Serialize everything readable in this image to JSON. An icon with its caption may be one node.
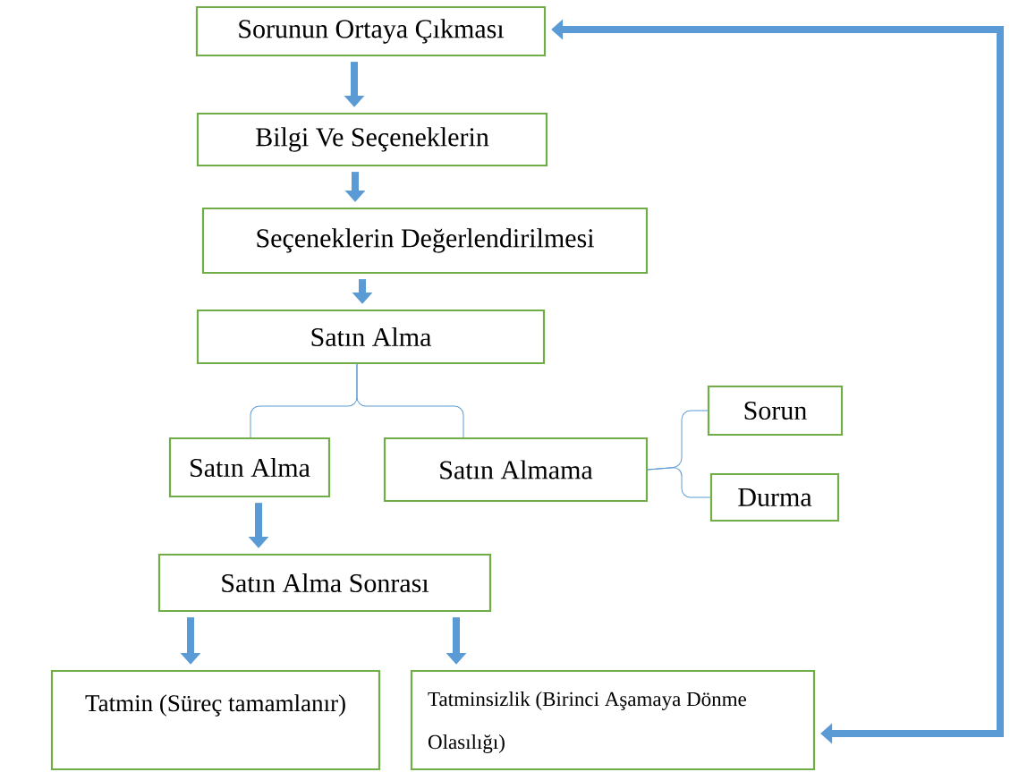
{
  "diagram": {
    "nodes": [
      {
        "text": [
          "Sorunun Ortaya Çıkması"
        ]
      },
      {
        "text": [
          "Bilgi Ve Seçeneklerin"
        ]
      },
      {
        "text": [
          "Seçeneklerin Değerlendirilmesi"
        ]
      },
      {
        "text": [
          "Satın Alma"
        ]
      },
      {
        "text": [
          "Satın Alma"
        ]
      },
      {
        "text": [
          "Satın Almama"
        ]
      },
      {
        "text": [
          "Sorun"
        ]
      },
      {
        "text": [
          "Durma"
        ]
      },
      {
        "text": [
          "Satın Alma Sonrası"
        ]
      },
      {
        "text": [
          "Tatmin (Süreç tamamlanır)"
        ]
      },
      {
        "text": [
          "Tatminsizlik (Birinci Aşamaya Dönme Olasılığı)"
        ]
      }
    ],
    "edges": [
      {
        "from": 0,
        "to": 1,
        "arrow": "to"
      },
      {
        "from": 1,
        "to": 2,
        "arrow": "to"
      },
      {
        "from": 2,
        "to": 3,
        "arrow": "to"
      },
      {
        "from": 3,
        "to": 4,
        "arrow": "none"
      },
      {
        "from": 3,
        "to": 5,
        "arrow": "none"
      },
      {
        "from": 5,
        "to": 6,
        "arrow": "none"
      },
      {
        "from": 5,
        "to": 7,
        "arrow": "none"
      },
      {
        "from": 4,
        "to": 8,
        "arrow": "to"
      },
      {
        "from": 8,
        "to": 9,
        "arrow": "to"
      },
      {
        "from": 8,
        "to": 10,
        "arrow": "to"
      },
      {
        "from": 10,
        "to": 0,
        "arrow": "both"
      }
    ]
  }
}
